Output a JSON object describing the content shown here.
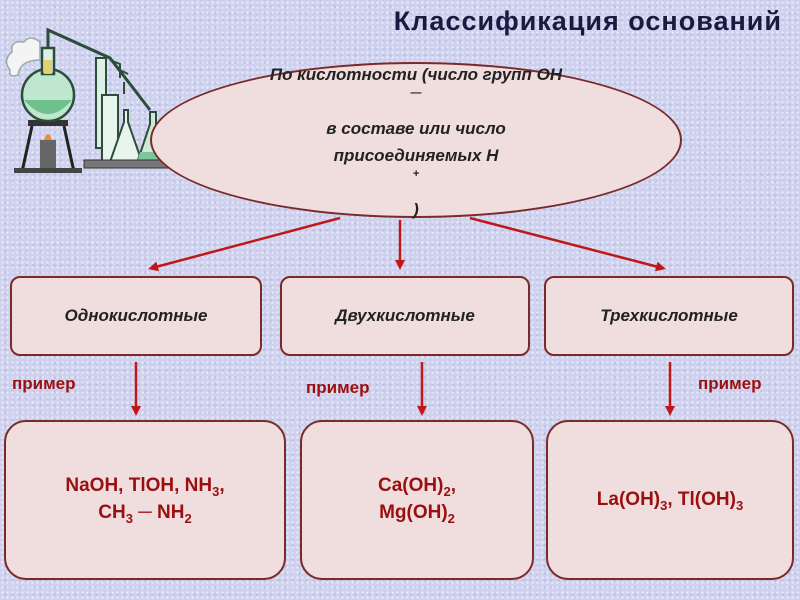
{
  "title": "Классификация  оснований",
  "root": {
    "line1": "По кислотности (число групп OH",
    "line1_sup": "—",
    "line2": "в составе или число",
    "line3_pre": "присоединяемых H",
    "line3_sup": "+",
    "line3_post": ")"
  },
  "categories": [
    {
      "label": "Однокислотные",
      "example_label": "пример",
      "examples": {
        "l1a": "NaOH, TlOH, NH",
        "l1s": "3",
        "l1b": ",",
        "l2a": "CH",
        "l2s1": "3",
        "l2b": " ─ NH",
        "l2s2": "2"
      }
    },
    {
      "label": "Двухкислотные",
      "example_label": "пример",
      "examples": {
        "l1a": "Ca(OH)",
        "l1s": "2",
        "l1b": ",",
        "l2a": "Mg(OH)",
        "l2s": "2"
      }
    },
    {
      "label": "Трехкислотные",
      "example_label": "пример",
      "examples": {
        "l1a": "La(OH)",
        "l1s1": "3",
        "l1b": ", Tl(OH)",
        "l1s2": "3"
      }
    }
  ],
  "colors": {
    "arrow": "#c01818",
    "box_fill": "#f0dede",
    "box_border": "#7a2a2a",
    "accent_text": "#9a1010"
  },
  "illustration": "lab-glassware-icon"
}
